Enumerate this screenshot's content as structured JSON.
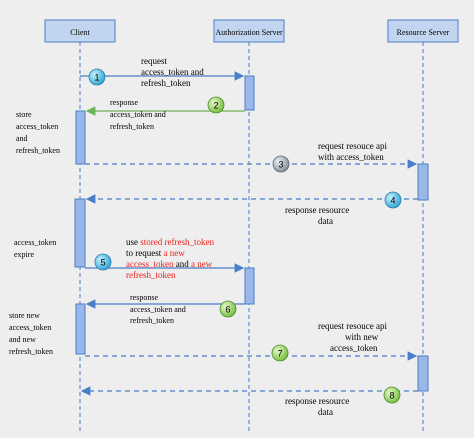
{
  "participants": {
    "client": "Client",
    "auth": "Authorization Server",
    "resource": "Resource Server"
  },
  "notes": {
    "store1": [
      "store",
      "access_token",
      "and",
      "refresh_token"
    ],
    "expire": [
      "access_token",
      "expire"
    ],
    "store2": [
      "store new",
      "access_token",
      "and new",
      "refresh_token"
    ]
  },
  "messages": {
    "m1": [
      "request",
      "access_token and",
      "refresh_token"
    ],
    "m2": [
      "response",
      "access_token and",
      "refresh_token"
    ],
    "m3": [
      "request resouce api",
      "with access_token"
    ],
    "m4": [
      "response resource",
      "data"
    ],
    "m5": {
      "line1_black": "use ",
      "line1_red": "stored refresh_token",
      "line2": "to request ",
      "line2_red": "a new",
      "line3_red_a": "access_token",
      "line3_black": " and ",
      "line3_red_b": "a new",
      "line4_red": "refresh_token"
    },
    "m6": [
      "response",
      "access_token and",
      "refresh_token"
    ],
    "m7": [
      "request resouce api",
      "with new",
      "access_token"
    ],
    "m8": [
      "response resource",
      "data"
    ]
  },
  "steps": {
    "s1": "1",
    "s2": "2",
    "s3": "3",
    "s4": "4",
    "s5": "5",
    "s6": "6",
    "s7": "7",
    "s8": "8"
  },
  "colors": {
    "background": "#eeeeee",
    "participant_fill": "#c2d5f0",
    "activation_fill": "#99b7e8",
    "line_blue": "#4a7fc8",
    "arrow_green": "#6cb35c",
    "red_text": "#e8221b",
    "circle_blue": "#3db6e0",
    "circle_green": "#8fcf5a",
    "circle_gray": "#9aa6ad"
  }
}
